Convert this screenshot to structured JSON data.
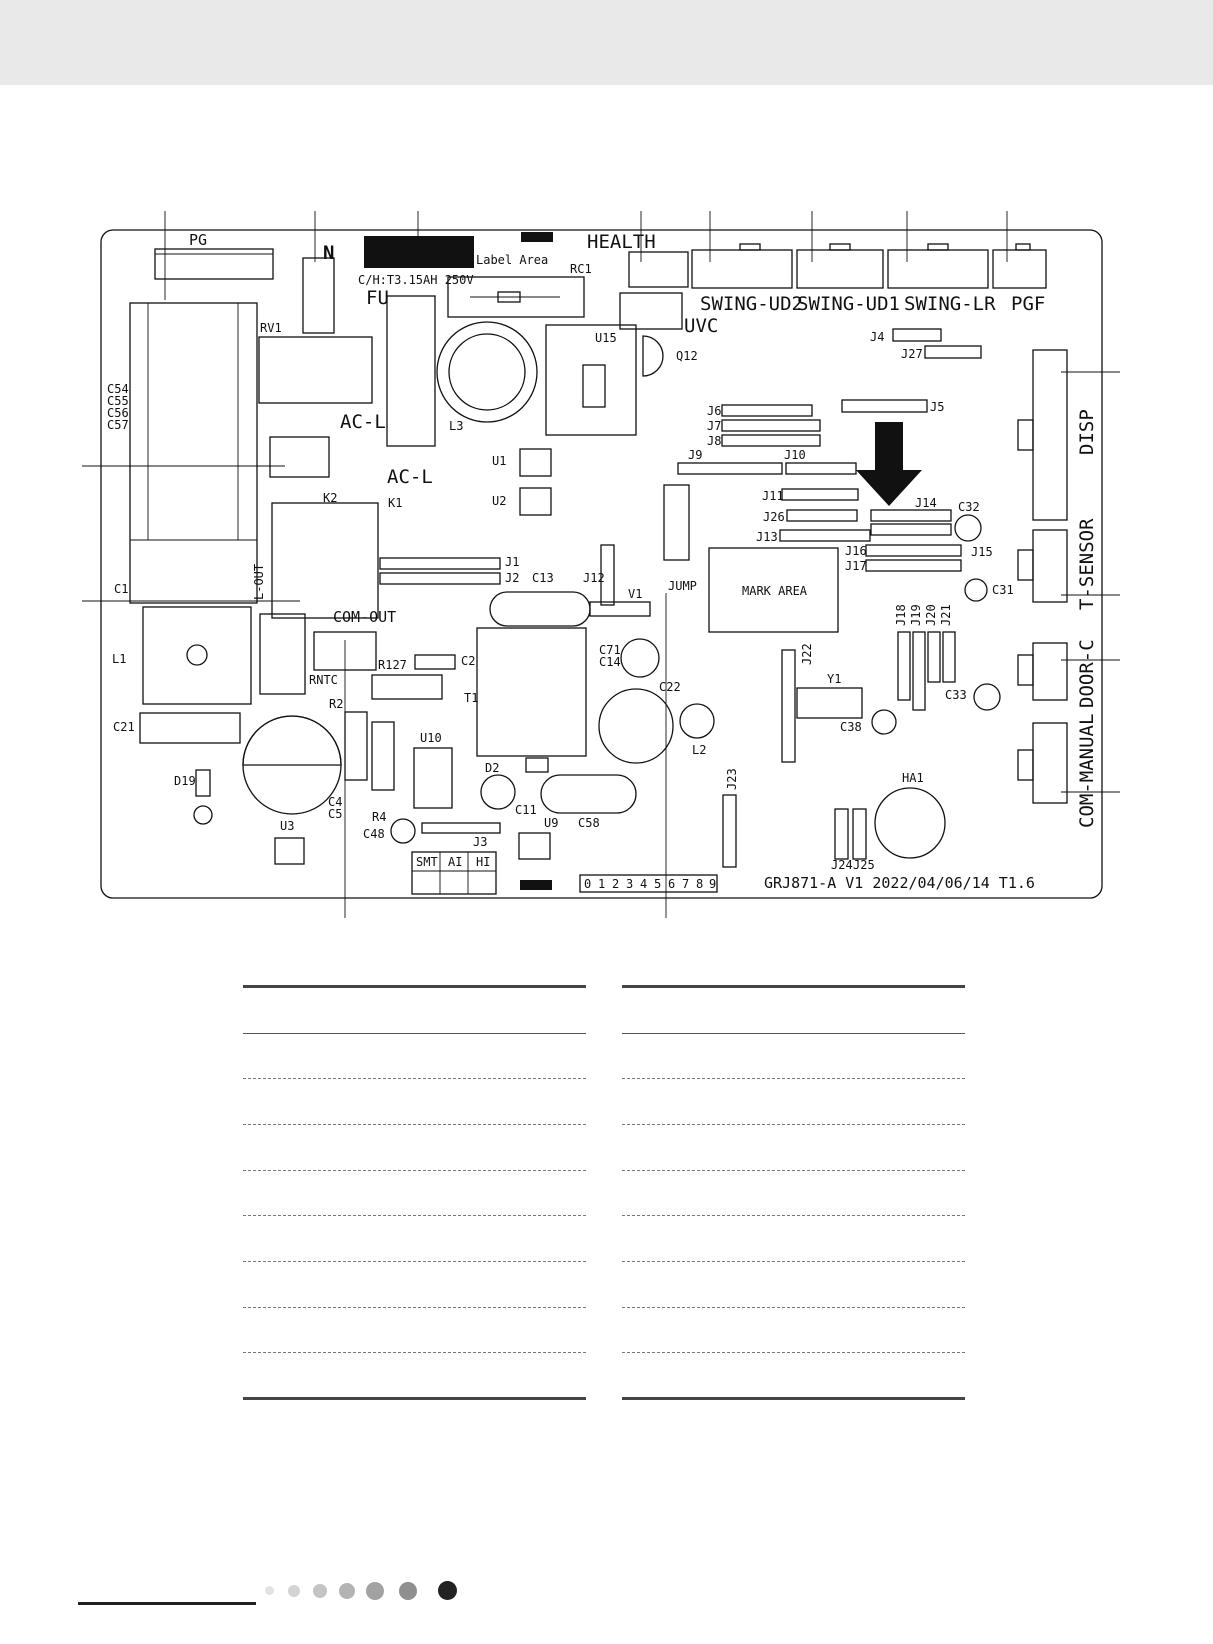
{
  "board": {
    "connectors_top": [
      "PG",
      "N",
      "HEALTH",
      "SWING-UD2",
      "SWING-UD1",
      "SWING-LR",
      "PGF"
    ],
    "label_area": "Label Area",
    "fuse_rating": "C/H:T3.15AH 250V",
    "fuse": "FU",
    "ac_l_1": "AC-L",
    "ac_l_2": "AC-L",
    "rc1": "RC1",
    "u15": "U15",
    "uvc": "UVC",
    "q12": "Q12",
    "rv1": "RV1",
    "caps_group": [
      "C54",
      "C55",
      "C56",
      "C57"
    ],
    "l3": "L3",
    "u1": "U1",
    "u2": "U2",
    "k2": "K2",
    "k1": "K1",
    "c1": "C1",
    "l_out": "L-OUT",
    "com_out": "COM-OUT",
    "rntc": "RNTC",
    "r127": "R127",
    "c2": "C2",
    "t1": "T1",
    "j1": "J1",
    "j2": "J2",
    "c13": "C13",
    "j12": "J12",
    "v1": "V1",
    "jump": "JUMP",
    "mark_area": "MARK AREA",
    "l1": "L1",
    "c21": "C21",
    "r2": "R2",
    "u10": "U10",
    "d2": "D2",
    "c71": "C71",
    "c14": "C14",
    "c22": "C22",
    "l2": "L2",
    "c11": "C11",
    "c58": "C58",
    "d19": "D19",
    "c4": "C4",
    "c5": "C5",
    "u3": "U3",
    "r4": "R4",
    "c48": "C48",
    "j3": "J3",
    "u9": "U9",
    "process_marks": [
      "SMT",
      "AI",
      "HI"
    ],
    "digits": [
      "0",
      "1",
      "2",
      "3",
      "4",
      "5",
      "6",
      "7",
      "8",
      "9"
    ],
    "version": "GRJ871-A  V1  2022/04/06/14  T1.6",
    "j4": "J4",
    "j27": "J27",
    "j5": "J5",
    "j6": "J6",
    "j7": "J7",
    "j8": "J8",
    "j9": "J9",
    "j10": "J10",
    "j11": "J11",
    "j26": "J26",
    "j13": "J13",
    "j14": "J14",
    "j16": "J16",
    "j17": "J17",
    "j15": "J15",
    "c32": "C32",
    "c31": "C31",
    "c33": "C33",
    "c38": "C38",
    "j18": "J18",
    "j19": "J19",
    "j20": "J20",
    "j21": "J21",
    "j22": "J22",
    "y1": "Y1",
    "j23": "J23",
    "j24": "J24",
    "j25": "J25",
    "ha1": "HA1",
    "side_connectors": [
      "DISP",
      "T-SENSOR",
      "DOOR-C",
      "COM-MANUAL"
    ]
  },
  "colors": {
    "header_band": "#e9e9e9",
    "ink": "#111111"
  }
}
